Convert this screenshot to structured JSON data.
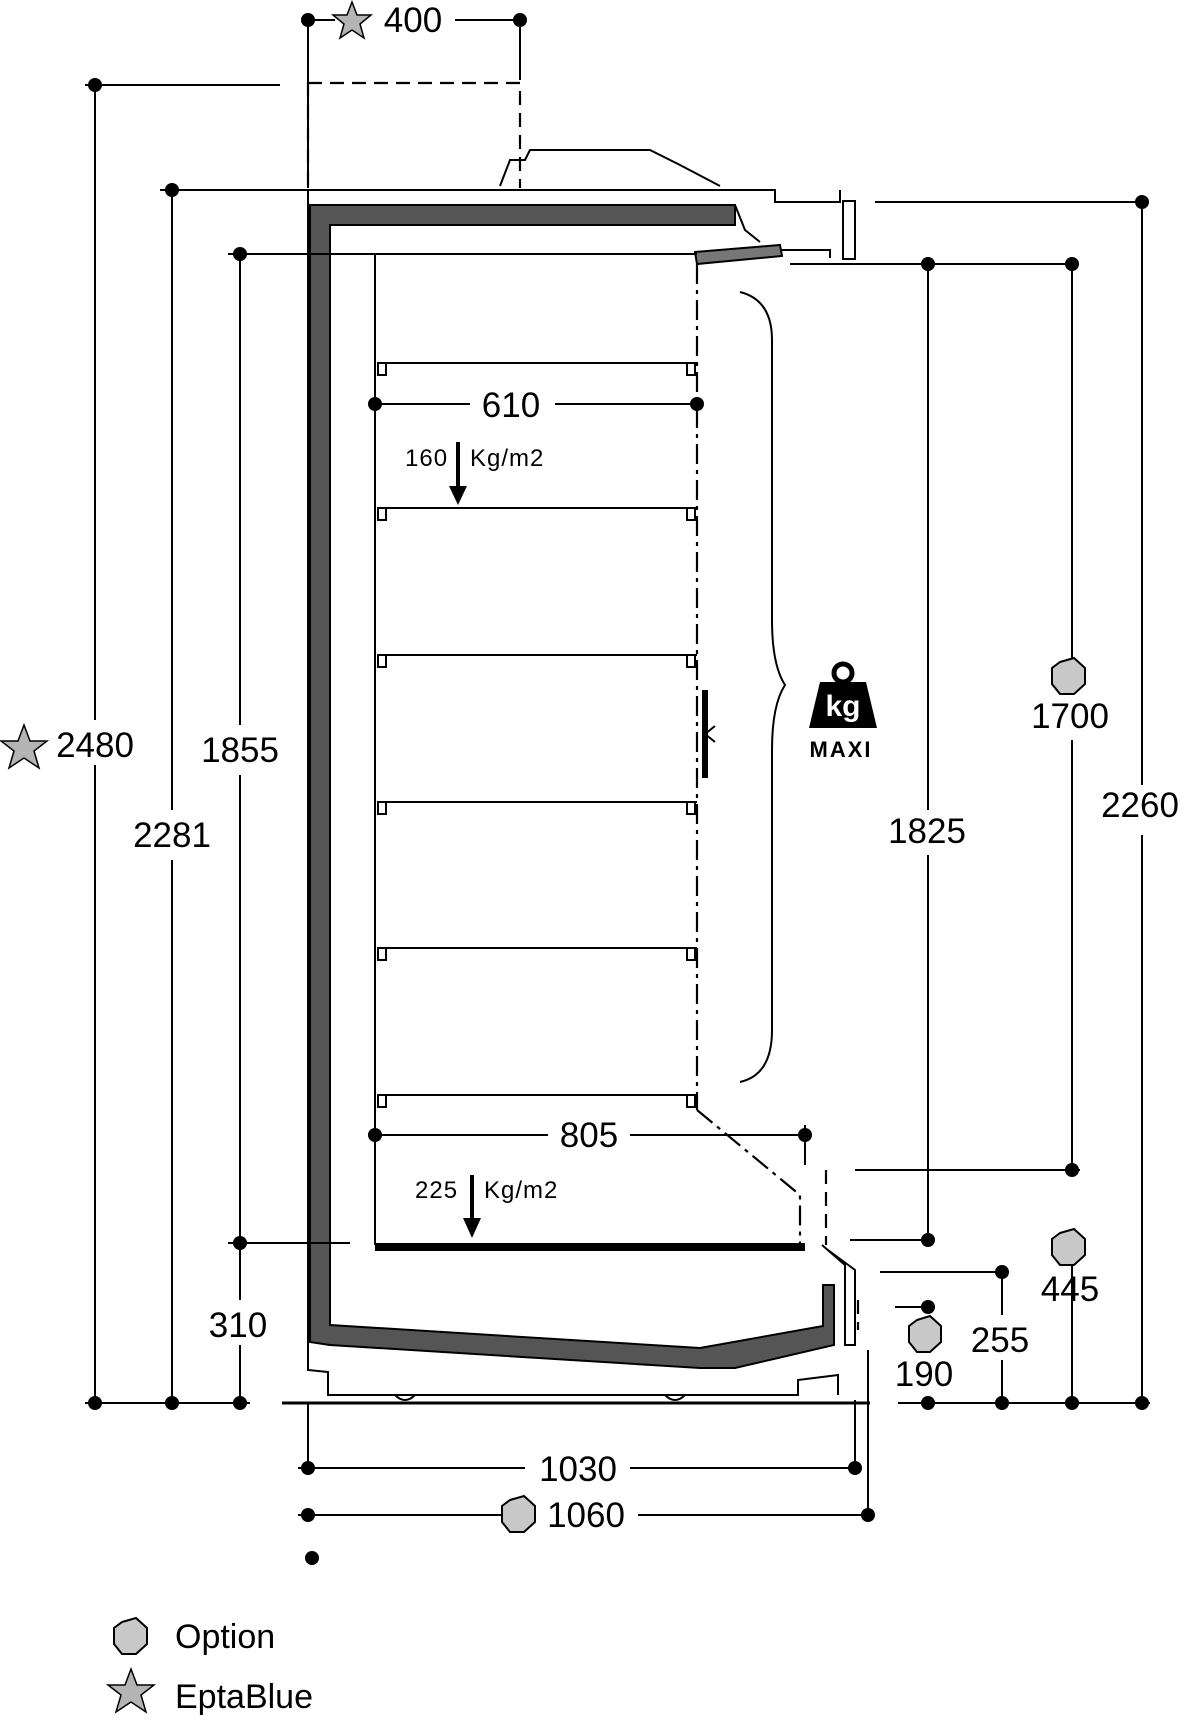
{
  "dimensions": {
    "top_width": "400",
    "total_height_eptablue": "2480",
    "height_2281": "2281",
    "height_1855": "1855",
    "base_310": "310",
    "shelf_610": "610",
    "shelf_805": "805",
    "right_2260": "2260",
    "right_1825": "1825",
    "right_1700": "1700",
    "right_445": "445",
    "right_255": "255",
    "right_190": "190",
    "depth_1030": "1030",
    "depth_1060": "1060"
  },
  "loads": {
    "shelf_load_number": "160",
    "shelf_load_unit": "Kg/m2",
    "base_load_number": "225",
    "base_load_unit": "Kg/m2",
    "kg_icon_text": "kg",
    "maxi_label": "MAXI"
  },
  "legend": {
    "option_label": "Option",
    "eptablue_label": "EptaBlue"
  },
  "colors": {
    "line": "#000000",
    "wall_fill": "#555555",
    "option_marker": "#c8c8c8",
    "star_marker": "#b4b4b4"
  },
  "icons": [
    "option-circle-icon",
    "eptablue-star-icon",
    "weight-kg-icon",
    "load-arrow-icon"
  ]
}
